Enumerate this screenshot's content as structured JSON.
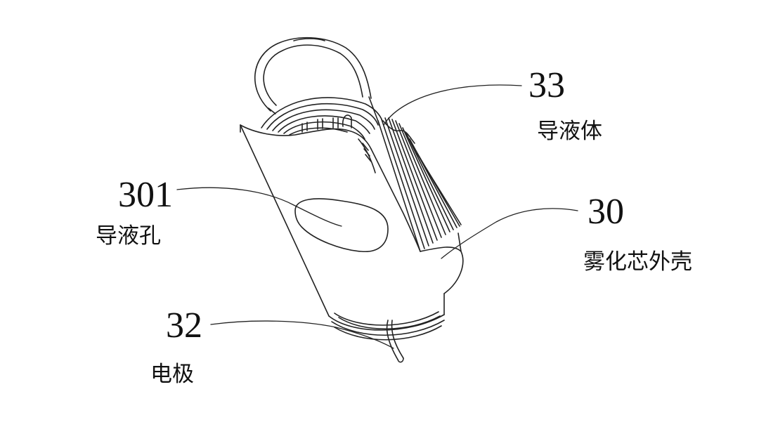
{
  "labels": {
    "l33": {
      "number": "33",
      "text": "导液体"
    },
    "l301": {
      "number": "301",
      "text": "导液孔"
    },
    "l30": {
      "number": "30",
      "text": "雾化芯外壳"
    },
    "l32": {
      "number": "32",
      "text": "电极"
    }
  }
}
